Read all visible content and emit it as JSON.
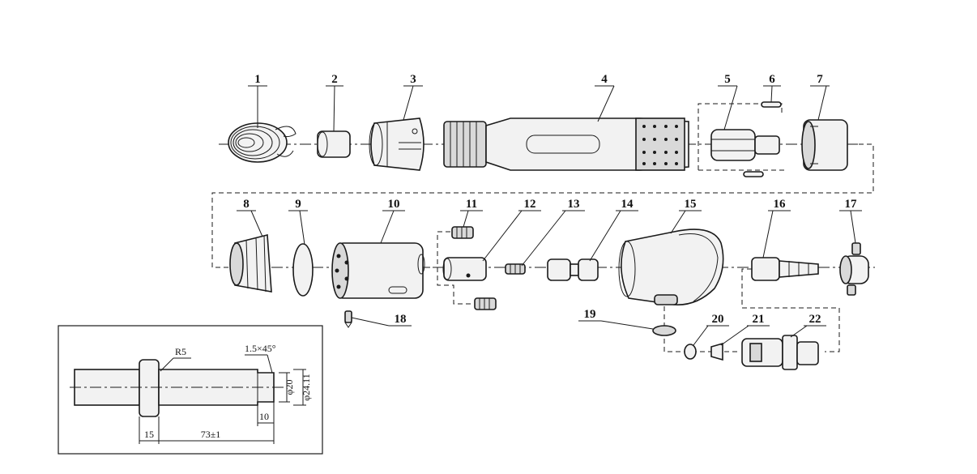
{
  "callouts": [
    "1",
    "2",
    "3",
    "4",
    "5",
    "6",
    "7",
    "8",
    "9",
    "10",
    "11",
    "12",
    "13",
    "14",
    "15",
    "16",
    "17",
    "18",
    "19",
    "20",
    "21",
    "22"
  ],
  "detail": {
    "radius_label": "R5",
    "chamfer_label": "1.5×45°",
    "dia_small_label": "φ20",
    "dia_large_label": "φ24.11",
    "length_label": "73±1",
    "collar_label": "15",
    "tip_label": "10"
  }
}
